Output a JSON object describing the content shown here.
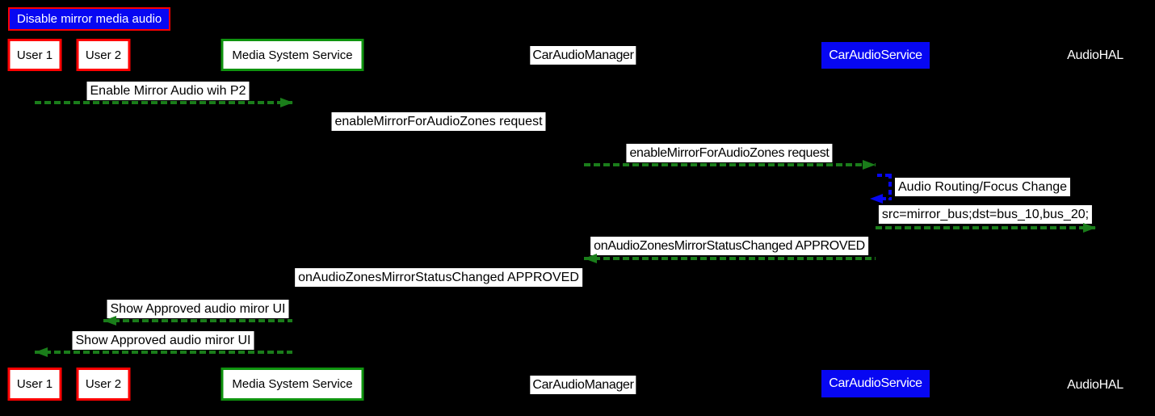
{
  "diagram": {
    "type": "sequence-diagram",
    "background": "#000000",
    "title": {
      "label": "Disable mirror media audio",
      "bg_color": "#0707f2",
      "border_color": "#ff0000",
      "text_color": "#ffffff"
    },
    "participants": [
      {
        "id": "user1",
        "label": "User 1",
        "style": "white box, red border"
      },
      {
        "id": "user2",
        "label": "User 2",
        "style": "white box, red border"
      },
      {
        "id": "media-system-service",
        "label": "Media System Service",
        "style": "white box, green border"
      },
      {
        "id": "car-audio-manager",
        "label": "CarAudioManager",
        "style": "black text on white strip"
      },
      {
        "id": "car-audio-service",
        "label": "CarAudioService",
        "style": "white text on blue box"
      },
      {
        "id": "audio-hal",
        "label": "AudioHAL",
        "style": "white text, no box"
      }
    ],
    "messages": [
      {
        "label": "Enable Mirror Audio wih P2",
        "from": "User 1",
        "to": "Media System Service",
        "arrow": "green dashed, right"
      },
      {
        "label": "enableMirrorForAudioZones request",
        "from": "Media System Service",
        "to": "CarAudioManager",
        "arrow": "none visible"
      },
      {
        "label": "enableMirrorForAudioZones request",
        "from": "CarAudioManager",
        "to": "CarAudioService",
        "arrow": "green dashed, right"
      },
      {
        "label": "Audio Routing/Focus Change",
        "from": "CarAudioService",
        "to": "CarAudioService",
        "arrow": "blue dashed, self loop"
      },
      {
        "label": "src=mirror_bus;dst=bus_10,bus_20;",
        "from": "CarAudioService",
        "to": "AudioHAL",
        "arrow": "green dashed, right"
      },
      {
        "label": "onAudioZonesMirrorStatusChanged APPROVED",
        "from": "CarAudioService",
        "to": "CarAudioManager",
        "arrow": "green dashed, left"
      },
      {
        "label": "onAudioZonesMirrorStatusChanged APPROVED",
        "from": "CarAudioManager",
        "to": "Media System Service",
        "arrow": "none visible"
      },
      {
        "label": "Show Approved audio miror UI",
        "from": "Media System Service",
        "to": "User 2",
        "arrow": "green dashed, left"
      },
      {
        "label": "Show Approved audio miror UI",
        "from": "Media System Service",
        "to": "User 1",
        "arrow": "green dashed, left"
      }
    ],
    "colors": {
      "arrow_green": "#1a7d1a",
      "arrow_blue": "#0707f2",
      "box_border_red": "#ff0000",
      "box_border_green": "#0f930f",
      "box_fill_blue": "#0707f2"
    }
  }
}
